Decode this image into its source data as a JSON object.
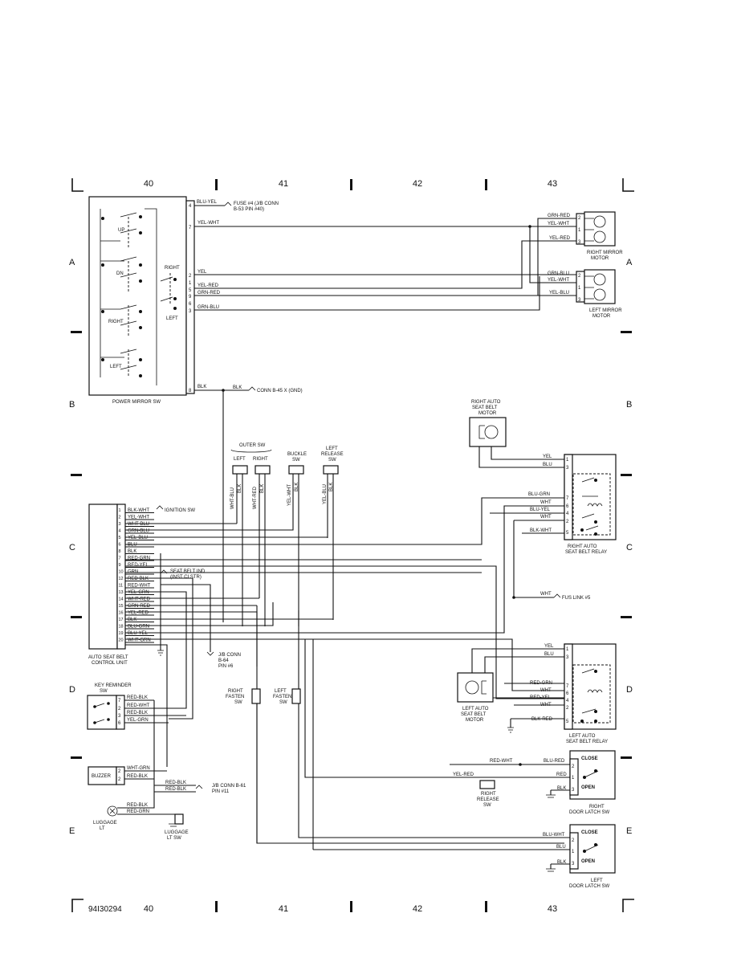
{
  "columns": [
    "40",
    "41",
    "42",
    "43"
  ],
  "rows": [
    "A",
    "B",
    "C",
    "D",
    "E"
  ],
  "doc_id": "94I30294",
  "components": {
    "power_mirror_sw": {
      "name": "POWER MIRROR SW",
      "up": "UP",
      "dn": "DN",
      "right": "RIGHT",
      "left": "LEFT",
      "right2": "RIGHT",
      "left2": "LEFT"
    },
    "right_mirror_motor": {
      "name": "RIGHT MIRROR MOTOR",
      "line1": "RIGHT MIRROR",
      "line2": "MOTOR"
    },
    "left_mirror_motor": {
      "line1": "LEFT MIRROR",
      "line2": "MOTOR"
    },
    "right_auto_motor": {
      "line1": "RIGHT AUTO",
      "line2": "SEAT BELT",
      "line3": "MOTOR"
    },
    "right_auto_relay": {
      "line1": "RIGHT AUTO",
      "line2": "SEAT BELT RELAY"
    },
    "left_auto_motor": {
      "line1": "LEFT AUTO",
      "line2": "SEAT BELT",
      "line3": "MOTOR"
    },
    "left_auto_relay": {
      "line1": "LEFT AUTO",
      "line2": "SEAT BELT RELAY"
    },
    "control_unit": {
      "line1": "AUTO SEAT BELT",
      "line2": "CONTROL UNIT"
    },
    "key_reminder": {
      "line1": "KEY REMINDER",
      "line2": "SW"
    },
    "buzzer": {
      "name": "BUZZER"
    },
    "luggage_lt": {
      "line1": "LUGGAGE",
      "line2": "LT"
    },
    "luggage_lt_sw": {
      "line1": "LUGGAGE",
      "line2": "LT SW"
    },
    "outer_sw": {
      "name": "OUTER SW",
      "left": "LEFT",
      "right": "RIGHT"
    },
    "buckle_sw": {
      "line1": "BUCKLE",
      "line2": "SW"
    },
    "left_release_sw": {
      "line1": "LEFT",
      "line2": "RELEASE",
      "line3": "SW"
    },
    "right_fasten_sw": {
      "line1": "RIGHT",
      "line2": "FASTEN",
      "line3": "SW"
    },
    "left_fasten_sw": {
      "line1": "LEFT",
      "line2": "FASTEN",
      "line3": "SW"
    },
    "right_release_sw": {
      "line1": "RIGHT",
      "line2": "RELEASE",
      "line3": "SW"
    },
    "right_door_latch": {
      "close": "CLOSE",
      "open": "OPEN",
      "line1": "RIGHT",
      "line2": "DOOR LATCH SW"
    },
    "left_door_latch": {
      "close": "CLOSE",
      "open": "OPEN",
      "line1": "LEFT",
      "line2": "DOOR LATCH SW"
    }
  },
  "refs": {
    "fuse4": {
      "line1": "FUSE #4 (J/B CONN",
      "line2": "B-53 PIN #40)"
    },
    "gnd": "CONN B-45 X (GND)",
    "ignition": "IGNITION SW",
    "seat_belt_ind": {
      "line1": "SEAT BELT IND",
      "line2": "(INST CLSTR)"
    },
    "jb64": {
      "line1": "J/B CONN",
      "line2": "B-64",
      "line3": "PIN #6"
    },
    "jb61": {
      "line1": "J/B CONN B-61",
      "line2": "PIN #11"
    },
    "fus_link": "FUS LINK #5"
  },
  "mirror_sw_pins": [
    {
      "pin": "4",
      "wire": "BLU-YEL"
    },
    {
      "pin": "7",
      "wire": "YEL-WHT"
    },
    {
      "pin": "2",
      "wire": "YEL"
    },
    {
      "pin": "1",
      "wire": ""
    },
    {
      "pin": "5",
      "wire": "YEL-RED"
    },
    {
      "pin": "9",
      "wire": "GRN-RED"
    },
    {
      "pin": "6",
      "wire": ""
    },
    {
      "pin": "3",
      "wire": "GRN-BLU"
    },
    {
      "pin": "8",
      "wire": "BLK"
    }
  ],
  "right_mirror_pins": [
    {
      "pin": "2",
      "wire": "GRN-RED"
    },
    {
      "pin": "1",
      "wire": "YEL-WHT"
    },
    {
      "pin": "3",
      "wire": "YEL-RED"
    }
  ],
  "left_mirror_pins": [
    {
      "pin": "2",
      "wire": "GRN-BLU"
    },
    {
      "pin": "1",
      "wire": "YEL-WHT"
    },
    {
      "pin": "3",
      "wire": "YEL-BLU"
    }
  ],
  "control_pins": [
    {
      "pin": "1",
      "wire": "BLK-WHT"
    },
    {
      "pin": "2",
      "wire": "YEL-WHT"
    },
    {
      "pin": "3",
      "wire": "WHT-BLU"
    },
    {
      "pin": "4",
      "wire": "GRN-BLU"
    },
    {
      "pin": "5",
      "wire": "YEL-BLU"
    },
    {
      "pin": "6",
      "wire": "BLU"
    },
    {
      "pin": "8",
      "wire": "BLK"
    },
    {
      "pin": "7",
      "wire": "RED-GRN"
    },
    {
      "pin": "9",
      "wire": "RED-YEL"
    },
    {
      "pin": "10",
      "wire": "GRN"
    },
    {
      "pin": "12",
      "wire": "RED-BLK"
    },
    {
      "pin": "11",
      "wire": "RED-WHT"
    },
    {
      "pin": "13",
      "wire": "YEL-GRN"
    },
    {
      "pin": "14",
      "wire": "WHT-RED"
    },
    {
      "pin": "15",
      "wire": "GRN-RED"
    },
    {
      "pin": "16",
      "wire": "YEL-RED"
    },
    {
      "pin": "17",
      "wire": "BLK"
    },
    {
      "pin": "18",
      "wire": "BLU-GRN"
    },
    {
      "pin": "19",
      "wire": "BLU-YEL"
    },
    {
      "pin": "20",
      "wire": "WHT-GRN"
    }
  ],
  "right_relay_pins": [
    {
      "pin": "1",
      "wire": "YEL"
    },
    {
      "pin": "3",
      "wire": "BLU"
    },
    {
      "pin": "7",
      "wire": "BLU-GRN"
    },
    {
      "pin": "6",
      "wire": "WHT"
    },
    {
      "pin": "4",
      "wire": "BLU-YEL"
    },
    {
      "pin": "2",
      "wire": "WHT"
    },
    {
      "pin": "5",
      "wire": "BLK-WHT"
    }
  ],
  "left_relay_pins": [
    {
      "pin": "1",
      "wire": "YEL"
    },
    {
      "pin": "3",
      "wire": "BLU"
    },
    {
      "pin": "7",
      "wire": "RED-GRN"
    },
    {
      "pin": "6",
      "wire": "WHT"
    },
    {
      "pin": "4",
      "wire": "RED-YEL"
    },
    {
      "pin": "2",
      "wire": "WHT"
    },
    {
      "pin": "5",
      "wire": "BLK-RED"
    }
  ],
  "key_pins": [
    {
      "pin": "7",
      "wire": "RED-BLK"
    },
    {
      "pin": "2",
      "wire": "RED-WHT"
    },
    {
      "pin": "3",
      "wire": "RED-BLK"
    },
    {
      "pin": "6",
      "wire": "YEL-GRN"
    }
  ],
  "buzzer_pins": [
    {
      "pin": "2",
      "wire": "WHT-GRN"
    },
    {
      "pin": "2",
      "wire": "RED-BLK"
    }
  ],
  "jb61_wires": [
    "RED-BLK",
    "RED-BLK"
  ],
  "luggage_wires": [
    "RED-BLK",
    "RED-GRN"
  ],
  "right_latch_pins": [
    {
      "pin": "2",
      "wire": "BLU-RED"
    },
    {
      "pin": "1",
      "wire": "RED"
    },
    {
      "pin": "3",
      "wire": "BLK"
    }
  ],
  "left_latch_pins": [
    {
      "pin": "2",
      "wire": "BLU-WHT"
    },
    {
      "pin": "1",
      "wire": "BLU"
    },
    {
      "pin": "3",
      "wire": "BLK"
    }
  ],
  "vertical_wires": {
    "outer_left": [
      "WHT-BLU",
      "BLK"
    ],
    "outer_right": [
      "WHT-RED",
      "BLK"
    ],
    "buckle": [
      "YEL-WHT",
      "BLK"
    ],
    "release": [
      "YEL-BLU",
      "BLK"
    ]
  },
  "misc_wires": {
    "fus_link_wire": "WHT",
    "red_wht": "RED-WHT",
    "yel_red": "YEL-RED",
    "blk_gnd": "BLK"
  }
}
